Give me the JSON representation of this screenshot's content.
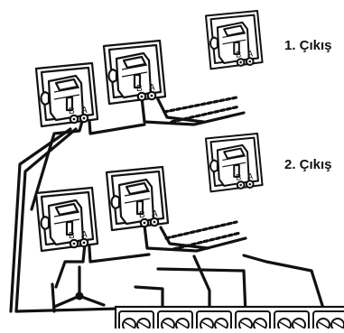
{
  "outputs": [
    {
      "label": "1. Çıkış"
    },
    {
      "label": "2. Çıkış"
    }
  ],
  "modules": [
    {
      "terminal_b": "B",
      "terminal_a": "A"
    },
    {
      "terminal_b": "B",
      "terminal_a": "A"
    },
    {
      "terminal_b": "B",
      "terminal_a": "A"
    },
    {
      "terminal_b": "B",
      "terminal_a": "A"
    },
    {
      "terminal_b": "B",
      "terminal_a": "A"
    },
    {
      "terminal_b": "B",
      "terminal_a": "A"
    }
  ],
  "terminal_block_count": 6,
  "colors": {
    "line": "#111111",
    "fill": "#ffffff"
  }
}
